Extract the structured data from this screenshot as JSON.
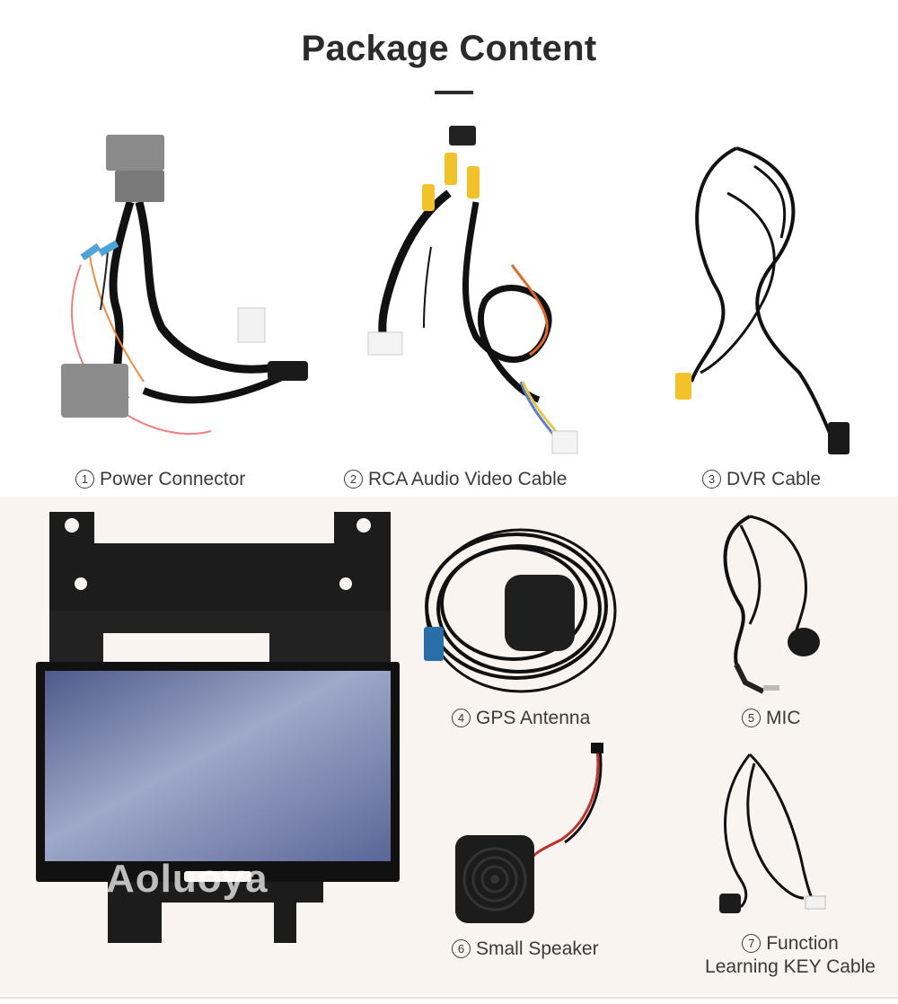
{
  "header": {
    "title": "Package Content"
  },
  "items": [
    {
      "num": "1",
      "label": "Power Connector"
    },
    {
      "num": "2",
      "label": "RCA Audio Video Cable"
    },
    {
      "num": "3",
      "label": "DVR Cable"
    },
    {
      "num": "4",
      "label": "GPS Antenna"
    },
    {
      "num": "5",
      "label": "MIC"
    },
    {
      "num": "6",
      "label": "Small Speaker"
    },
    {
      "num": "7",
      "label_line1": "Function",
      "label_line2": "Learning KEY Cable"
    }
  ],
  "watermark": "Aoluoya",
  "icons": {
    "power_connector": "wire-harness-image",
    "rca_cable": "rca-cable-image",
    "dvr_cable": "dvr-cable-image",
    "head_unit": "head-unit-image",
    "gps_antenna": "gps-antenna-image",
    "mic": "microphone-image",
    "speaker": "speaker-image",
    "key_cable": "key-cable-image"
  }
}
